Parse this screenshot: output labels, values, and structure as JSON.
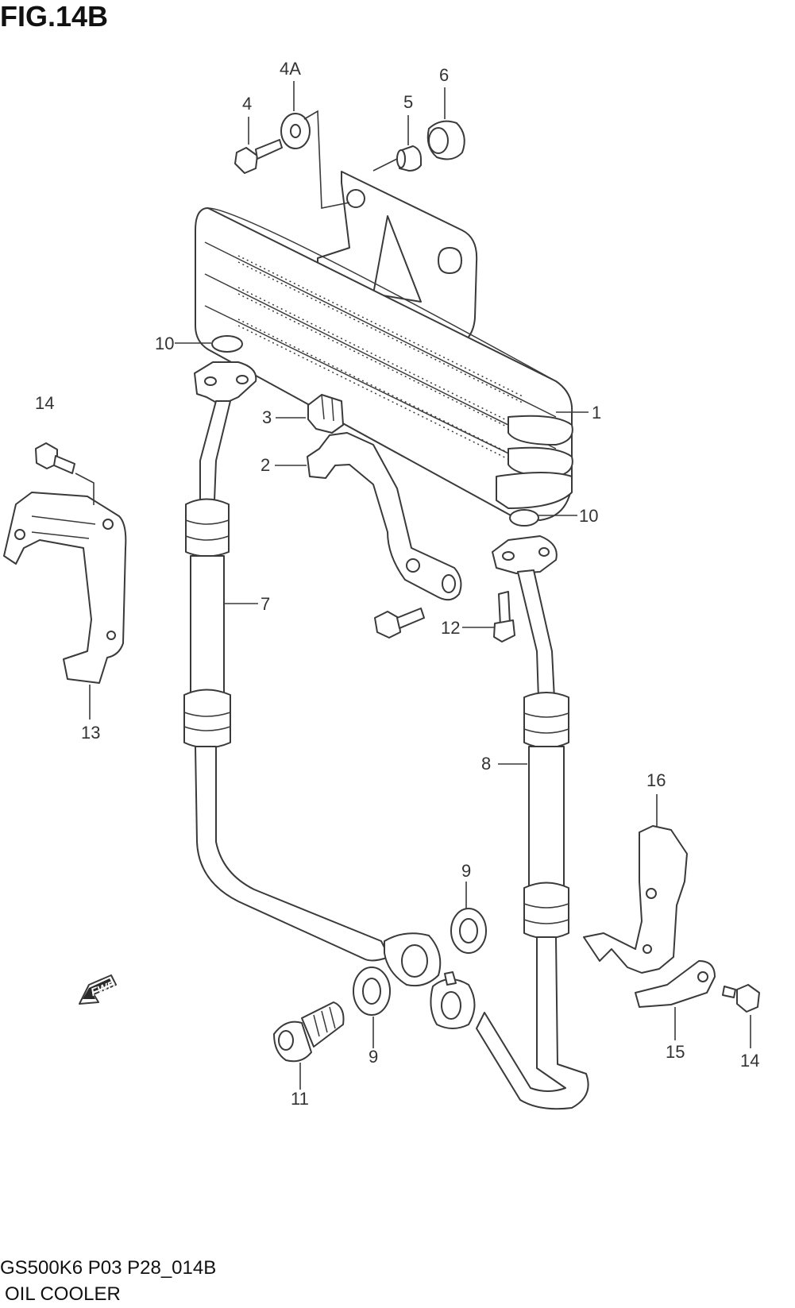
{
  "figure": {
    "title": "FIG.14B",
    "code": "GS500K6 P03 P28_014B",
    "name": "OIL COOLER",
    "fwd_label": "FWD"
  },
  "callouts": {
    "c1": "1",
    "c2": "2",
    "c3": "3",
    "c4": "4",
    "c4a": "4A",
    "c5": "5",
    "c6": "6",
    "c7": "7",
    "c8": "8",
    "c9a": "9",
    "c9b": "9",
    "c10a": "10",
    "c10b": "10",
    "c11": "11",
    "c12": "12",
    "c13": "13",
    "c14a": "14",
    "c14b": "14",
    "c15": "15",
    "c16": "16"
  }
}
